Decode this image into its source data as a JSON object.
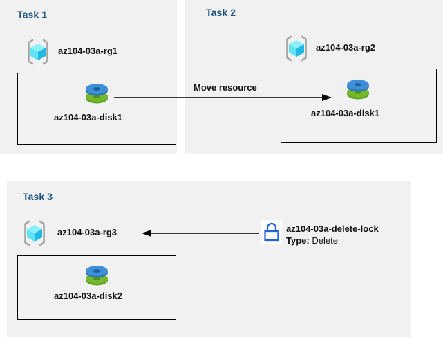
{
  "diagram": {
    "title": "Azure resource group tasks diagram",
    "background": "#ffffff",
    "panel_background": "#f1f1f1",
    "title_color": "#1b5380",
    "text_color": "#121212",
    "lock_color": "#1f63d6",
    "disk_top_color": "#3e8fd9",
    "disk_bottom_color": "#76b82a",
    "cube_color": "#5ee0f5",
    "bracket_color": "#a6a6a6"
  },
  "panels": [
    {
      "id": "task1",
      "title": "Task 1",
      "resource_group": {
        "label": "az104-03a-rg1",
        "icon": "resource-group-icon"
      },
      "resource": {
        "label": "az104-03a-disk1",
        "icon": "managed-disk-icon"
      }
    },
    {
      "id": "task2",
      "title": "Task 2",
      "resource_group": {
        "label": "az104-03a-rg2",
        "icon": "resource-group-icon"
      },
      "resource": {
        "label": "az104-03a-disk1",
        "icon": "managed-disk-icon"
      }
    },
    {
      "id": "task3",
      "title": "Task 3",
      "resource_group": {
        "label": "az104-03a-rg3",
        "icon": "resource-group-icon"
      },
      "resource": {
        "label": "az104-03a-disk2",
        "icon": "managed-disk-icon"
      },
      "lock": {
        "icon": "lock-icon",
        "label": "az104-03a-delete-lock",
        "type_key": "Type:",
        "type_value": "Delete"
      }
    }
  ],
  "connectors": [
    {
      "id": "move-resource",
      "label": "Move resource",
      "direction": "left-to-right",
      "from": "az104-03a-disk1 (Task 1)",
      "to": "az104-03a-disk1 (Task 2)"
    },
    {
      "id": "lock-applies-to-rg",
      "label": "",
      "direction": "right-to-left",
      "from": "az104-03a-delete-lock",
      "to": "az104-03a-rg3"
    }
  ]
}
